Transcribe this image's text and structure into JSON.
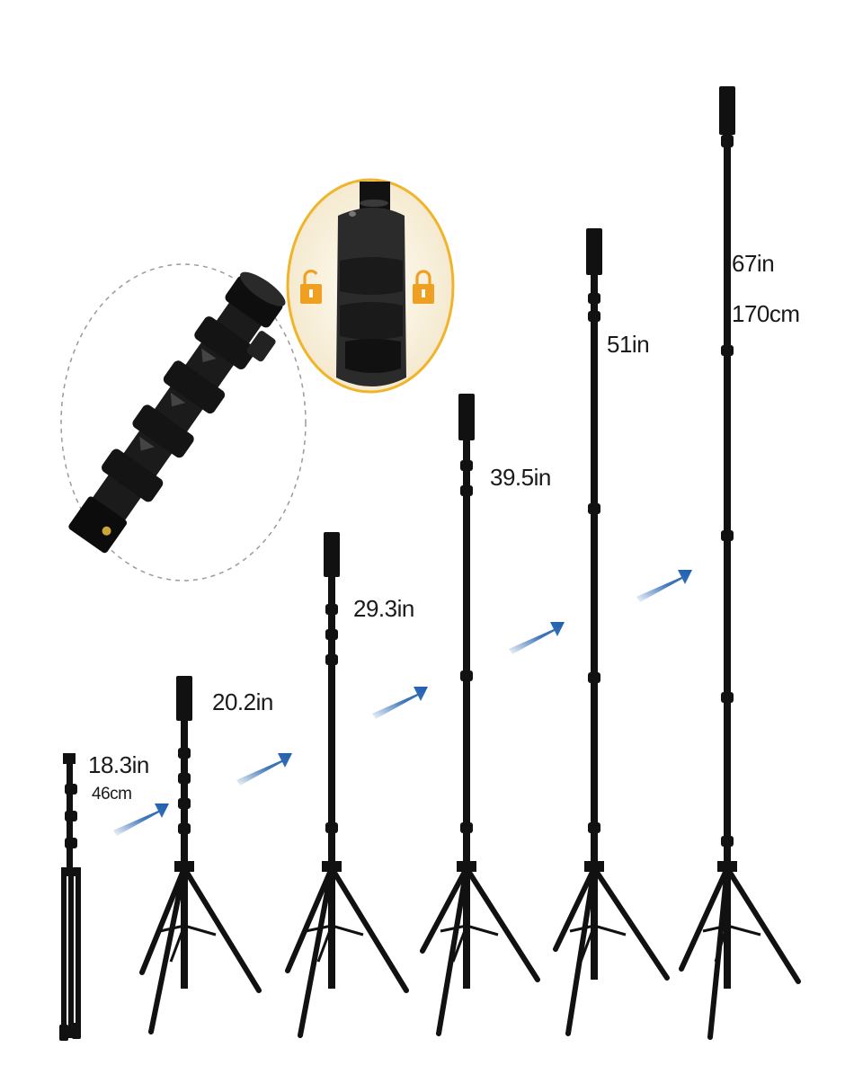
{
  "heights": [
    {
      "label": "18.3in",
      "sub_label": "46cm"
    },
    {
      "label": "20.2in"
    },
    {
      "label": "29.3in"
    },
    {
      "label": "39.5in"
    },
    {
      "label": "51in"
    },
    {
      "label": "67in",
      "sub_label": "170cm"
    }
  ],
  "colors": {
    "tripod": "#111111",
    "arrow": "#1f5fae",
    "lock": "#f0a020",
    "zoom_ring": "#f0b429",
    "dashed_ring": "#999999"
  },
  "icons": [
    "unlock-icon",
    "lock-icon",
    "arrow-icon"
  ]
}
